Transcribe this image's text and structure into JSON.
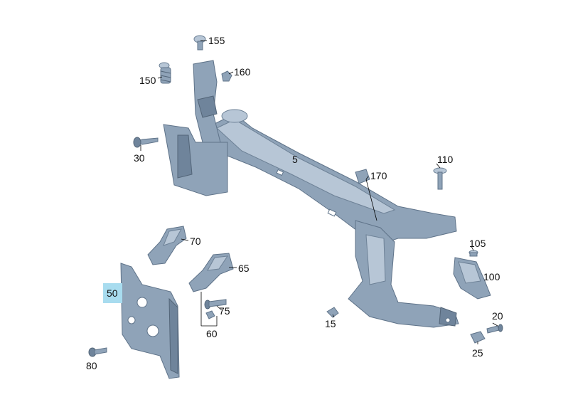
{
  "diagram": {
    "callouts": {
      "c5": "5",
      "c15": "15",
      "c20": "20",
      "c25": "25",
      "c30": "30",
      "c50": "50",
      "c60": "60",
      "c65": "65",
      "c70": "70",
      "c75": "75",
      "c80": "80",
      "c100": "100",
      "c105": "105",
      "c110": "110",
      "c150": "150",
      "c155": "155",
      "c160": "160",
      "c170": "170"
    },
    "highlighted_callout": "50",
    "colors": {
      "part": "#8fa3b8",
      "highlight": "#a8dcef"
    }
  }
}
